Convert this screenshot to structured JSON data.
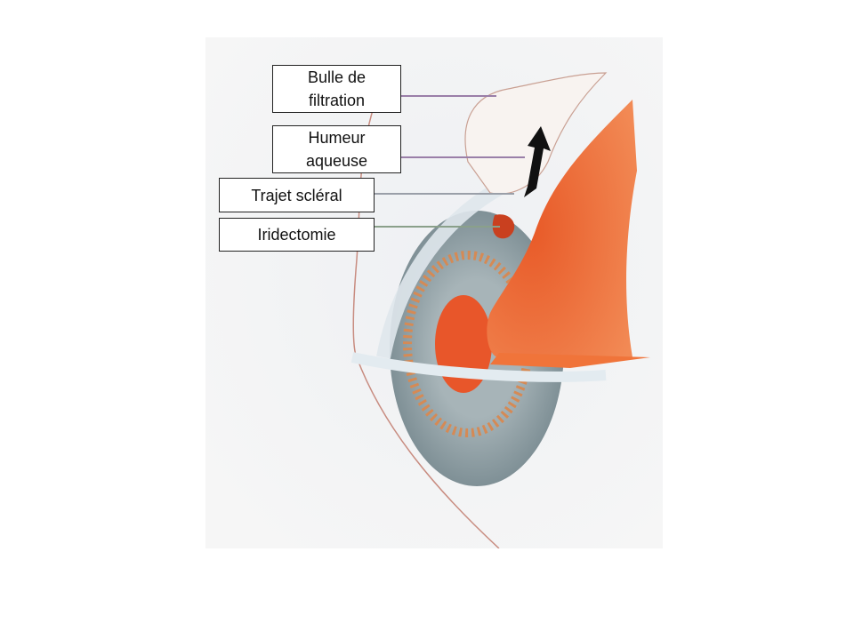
{
  "slide": {
    "labels": [
      {
        "id": "bulle",
        "text_line1": "Bulle de",
        "text_line2": "filtration"
      },
      {
        "id": "humeur",
        "text_line1": "Humeur",
        "text_line2": "aqueuse"
      },
      {
        "id": "trajet",
        "text": "Trajet scléral"
      },
      {
        "id": "iridectomie",
        "text": "Iridectomie"
      }
    ],
    "colors": {
      "iris": "#8b9ba2",
      "tissue": "#ee6a35",
      "background": "#f5f5f5",
      "leader_line": "#9a7fa8"
    }
  }
}
